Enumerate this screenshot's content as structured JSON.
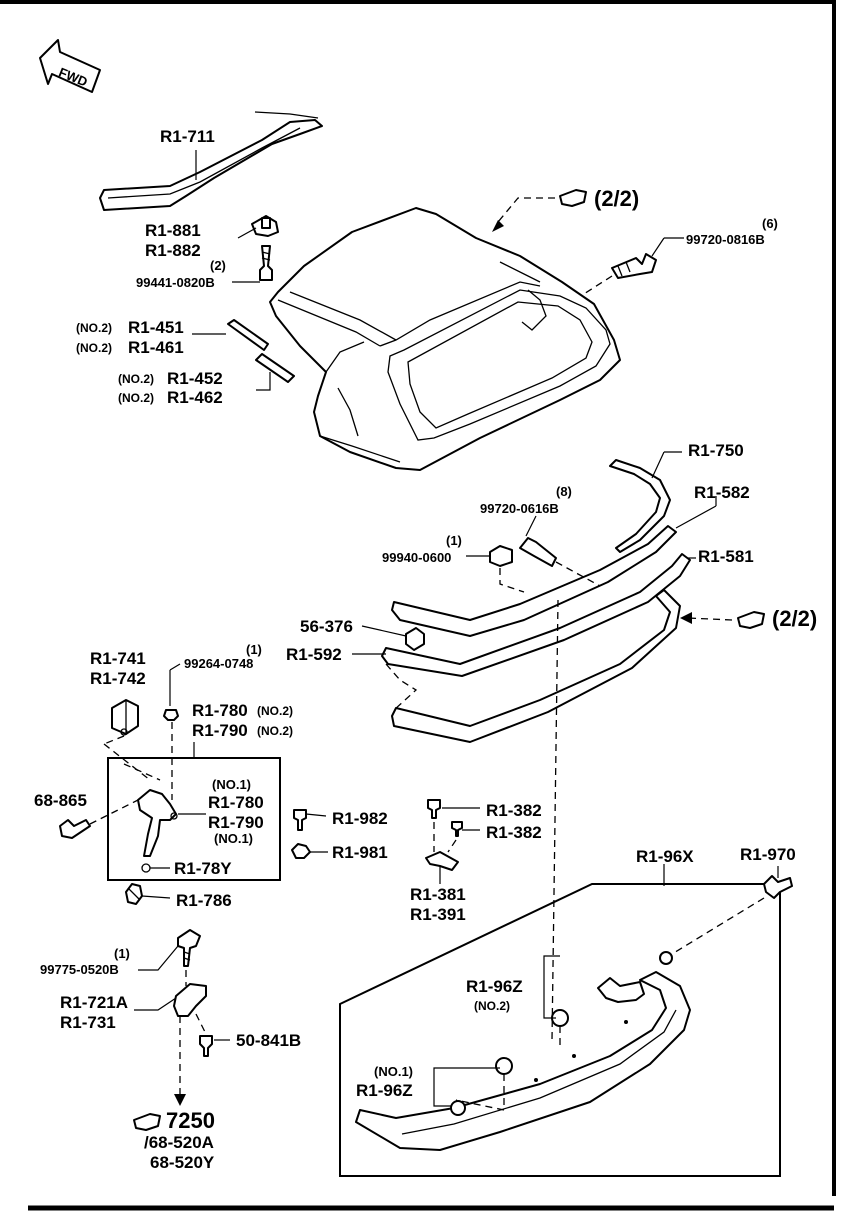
{
  "labels": {
    "fwd": "FWD",
    "ref_2_2_top": "(2/2)",
    "ref_2_2_mid": "(2/2)",
    "r1_711": "R1-711",
    "r1_881": "R1-881",
    "r1_882": "R1-882",
    "qty_2": "(2)",
    "b99441": "99441-0820B",
    "qty_6": "(6)",
    "b99720_0816": "99720-0816B",
    "no2_a": "(NO.2)",
    "r1_451": "R1-451",
    "no2_b": "(NO.2)",
    "r1_461": "R1-461",
    "no2_c": "(NO.2)",
    "r1_452": "R1-452",
    "no2_d": "(NO.2)",
    "r1_462": "R1-462",
    "r1_750": "R1-750",
    "r1_582": "R1-582",
    "r1_581": "R1-581",
    "qty_8": "(8)",
    "b99720_0616": "99720-0616B",
    "qty_1a": "(1)",
    "n99940": "99940-0600",
    "c56_376": "56-376",
    "r1_592": "R1-592",
    "r1_741": "R1-741",
    "r1_742": "R1-742",
    "qty_1b": "(1)",
    "b99264": "99264-0748",
    "r1_780_top": "R1-780",
    "no2_e": "(NO.2)",
    "r1_790_top": "R1-790",
    "no2_f": "(NO.2)",
    "no1_a": "(NO.1)",
    "r1_780_mid": "R1-780",
    "r1_790_mid": "R1-790",
    "no1_b": "(NO.1)",
    "c68_865": "68-865",
    "r1_78y": "R1-78Y",
    "r1_786": "R1-786",
    "r1_982": "R1-982",
    "r1_981": "R1-981",
    "r1_382_a": "R1-382",
    "r1_382_b": "R1-382",
    "r1_381": "R1-381",
    "r1_391": "R1-391",
    "r1_96x": "R1-96X",
    "r1_970": "R1-970",
    "qty_1c": "(1)",
    "b99775": "99775-0520B",
    "r1_721a": "R1-721A",
    "r1_731": "R1-731",
    "c50_841b": "50-841B",
    "r1_96z_a": "R1-96Z",
    "no2_g": "(NO.2)",
    "no1_c": "(NO.1)",
    "r1_96z_b": "R1-96Z",
    "ref_7250": "7250",
    "ref_68_520a": "/68-520A",
    "ref_68_520y": "68-520Y"
  },
  "icons": {
    "forward": "fwd-arrow-icon",
    "reference": "pointing-hand-icon"
  },
  "colors": {
    "ink": "#000000",
    "paper": "#ffffff"
  }
}
